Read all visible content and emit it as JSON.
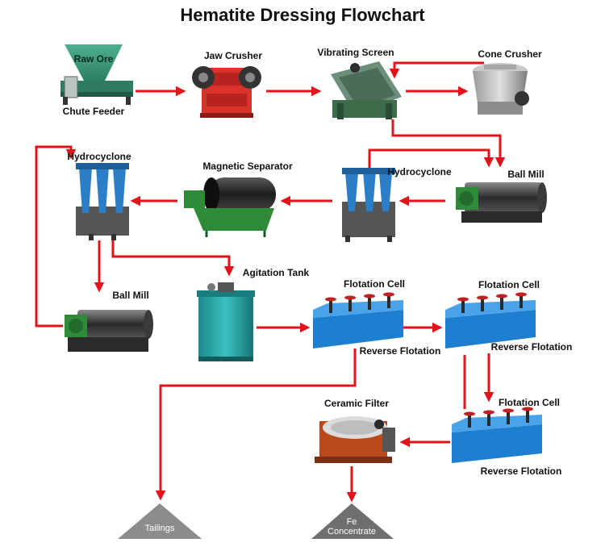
{
  "title": "Hematite Dressing Flowchart",
  "nodes": {
    "raw_ore": "Raw Ore",
    "chute_feeder": "Chute Feeder",
    "jaw_crusher": "Jaw Crusher",
    "vibrating_screen": "Vibrating Screen",
    "cone_crusher": "Cone Crusher",
    "ball_mill_1": "Ball Mill",
    "hydrocyclone_1": "Hydrocyclone",
    "magnetic_separator": "Magnetic Separator",
    "hydrocyclone_2": "Hydrocyclone",
    "ball_mill_2": "Ball Mill",
    "agitation_tank": "Agitation Tank",
    "flotation_cell_1": "Flotation Cell",
    "reverse_flotation_1": "Reverse Flotation",
    "flotation_cell_2": "Flotation Cell",
    "reverse_flotation_2": "Reverse Flotation",
    "flotation_cell_3": "Flotation Cell",
    "reverse_flotation_3": "Reverse Flotation",
    "ceramic_filter": "Ceramic Filter",
    "tailings": "Tailings",
    "fe_line1": "Fe",
    "fe_line2": "Concentrate"
  },
  "colors": {
    "arrow": "#e3131b",
    "flotation_blue": "#1e7fd1",
    "hydrocyclone_blue": "#2a7fc8",
    "machine_green": "#2f8a3a",
    "crusher_red": "#d8322b",
    "tailings_grey": "#8c8c8c",
    "concentrate_grey": "#6f6f6f",
    "hopper_green": "#3a9a7a"
  }
}
